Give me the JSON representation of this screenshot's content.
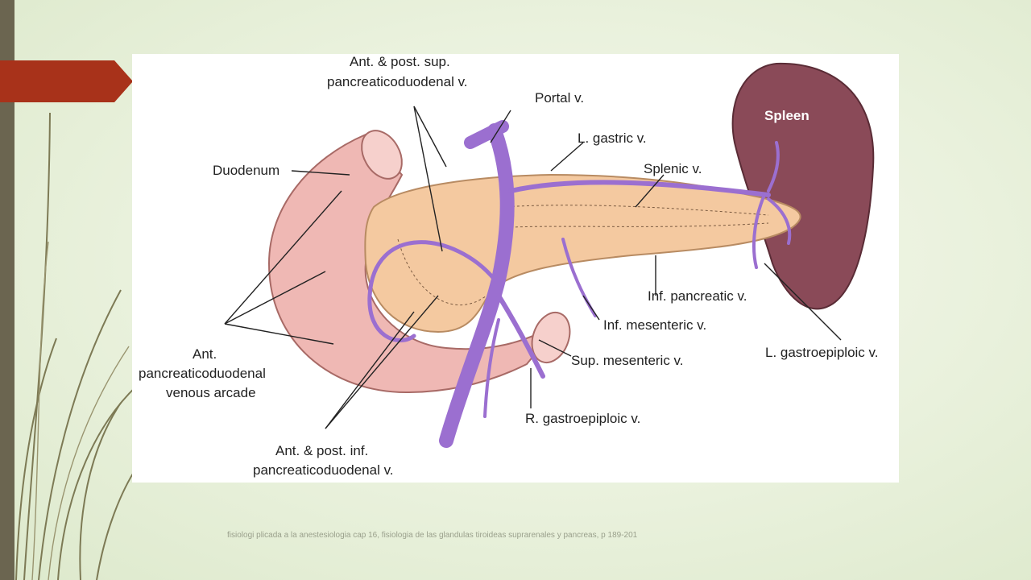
{
  "labels": {
    "ant_post_sup_line1": "Ant. & post. sup.",
    "ant_post_sup_line2": "pancreaticoduodenal v.",
    "portal": "Portal v.",
    "l_gastric": "L. gastric v.",
    "spleen": "Spleen",
    "splenic": "Splenic v.",
    "duodenum": "Duodenum",
    "inf_pancreatic": "Inf. pancreatic v.",
    "inf_mesenteric": "Inf. mesenteric v.",
    "l_gastroepiploic": "L. gastroepiploic v.",
    "sup_mesenteric": "Sup. mesenteric v.",
    "ant_arcade_line1": "Ant.",
    "ant_arcade_line2": "pancreaticoduodenal",
    "ant_arcade_line3": "venous arcade",
    "r_gastroepiploic": "R. gastroepiploic v.",
    "ant_post_inf_line1": "Ant. & post. inf.",
    "ant_post_inf_line2": "pancreaticoduodenal v."
  },
  "caption": "fisiologi plicada a la anestesiologia cap 16, fisiologia de las glandulas tiroideas suprarenales y pancreas, p 189-201",
  "colors": {
    "accent_red": "#a8321a",
    "pancreas": "#f4c9a0",
    "duodenum": "#efb8b4",
    "vein": "#9b6fd0",
    "spleen": "#8a4a58"
  }
}
